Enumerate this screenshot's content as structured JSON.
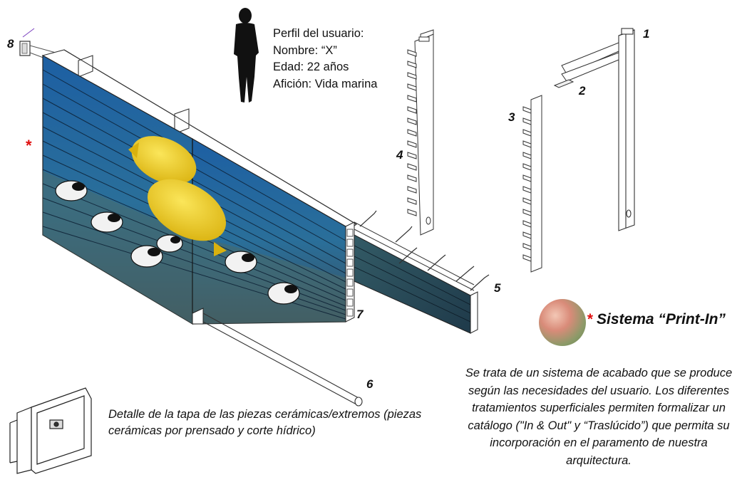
{
  "profile": {
    "line1": "Perfil del usuario:",
    "line2": "Nombre: “X”",
    "line3": "Edad: 22 años",
    "line4": "Afición: Vida marina"
  },
  "labels": {
    "n1": "1",
    "n2": "2",
    "n3": "3",
    "n4": "4",
    "n5": "5",
    "n6": "6",
    "n7": "7",
    "n8": "8",
    "asterisk": "*"
  },
  "print_in": {
    "star": "*",
    "title": "Sistema “Print-In”",
    "description": "Se trata de un sistema de acabado que se produce según las necesidades del usuario. Los diferentes tratamientos superficiales permiten formalizar un catálogo (\"In & Out\" y “Traslúcido”) que permita su incorporación en el paramento de nuestra arquitectura."
  },
  "detail": {
    "text": "Detalle de la tapa de las piezas cerámicas/extremos (piezas cerámicas por prensado y corte hídrico)"
  },
  "colors": {
    "sea_top": "#1d5fa3",
    "sea_bottom": "#27456a",
    "accent_red": "#e01010",
    "fish_yellow": "#f2d31a"
  }
}
